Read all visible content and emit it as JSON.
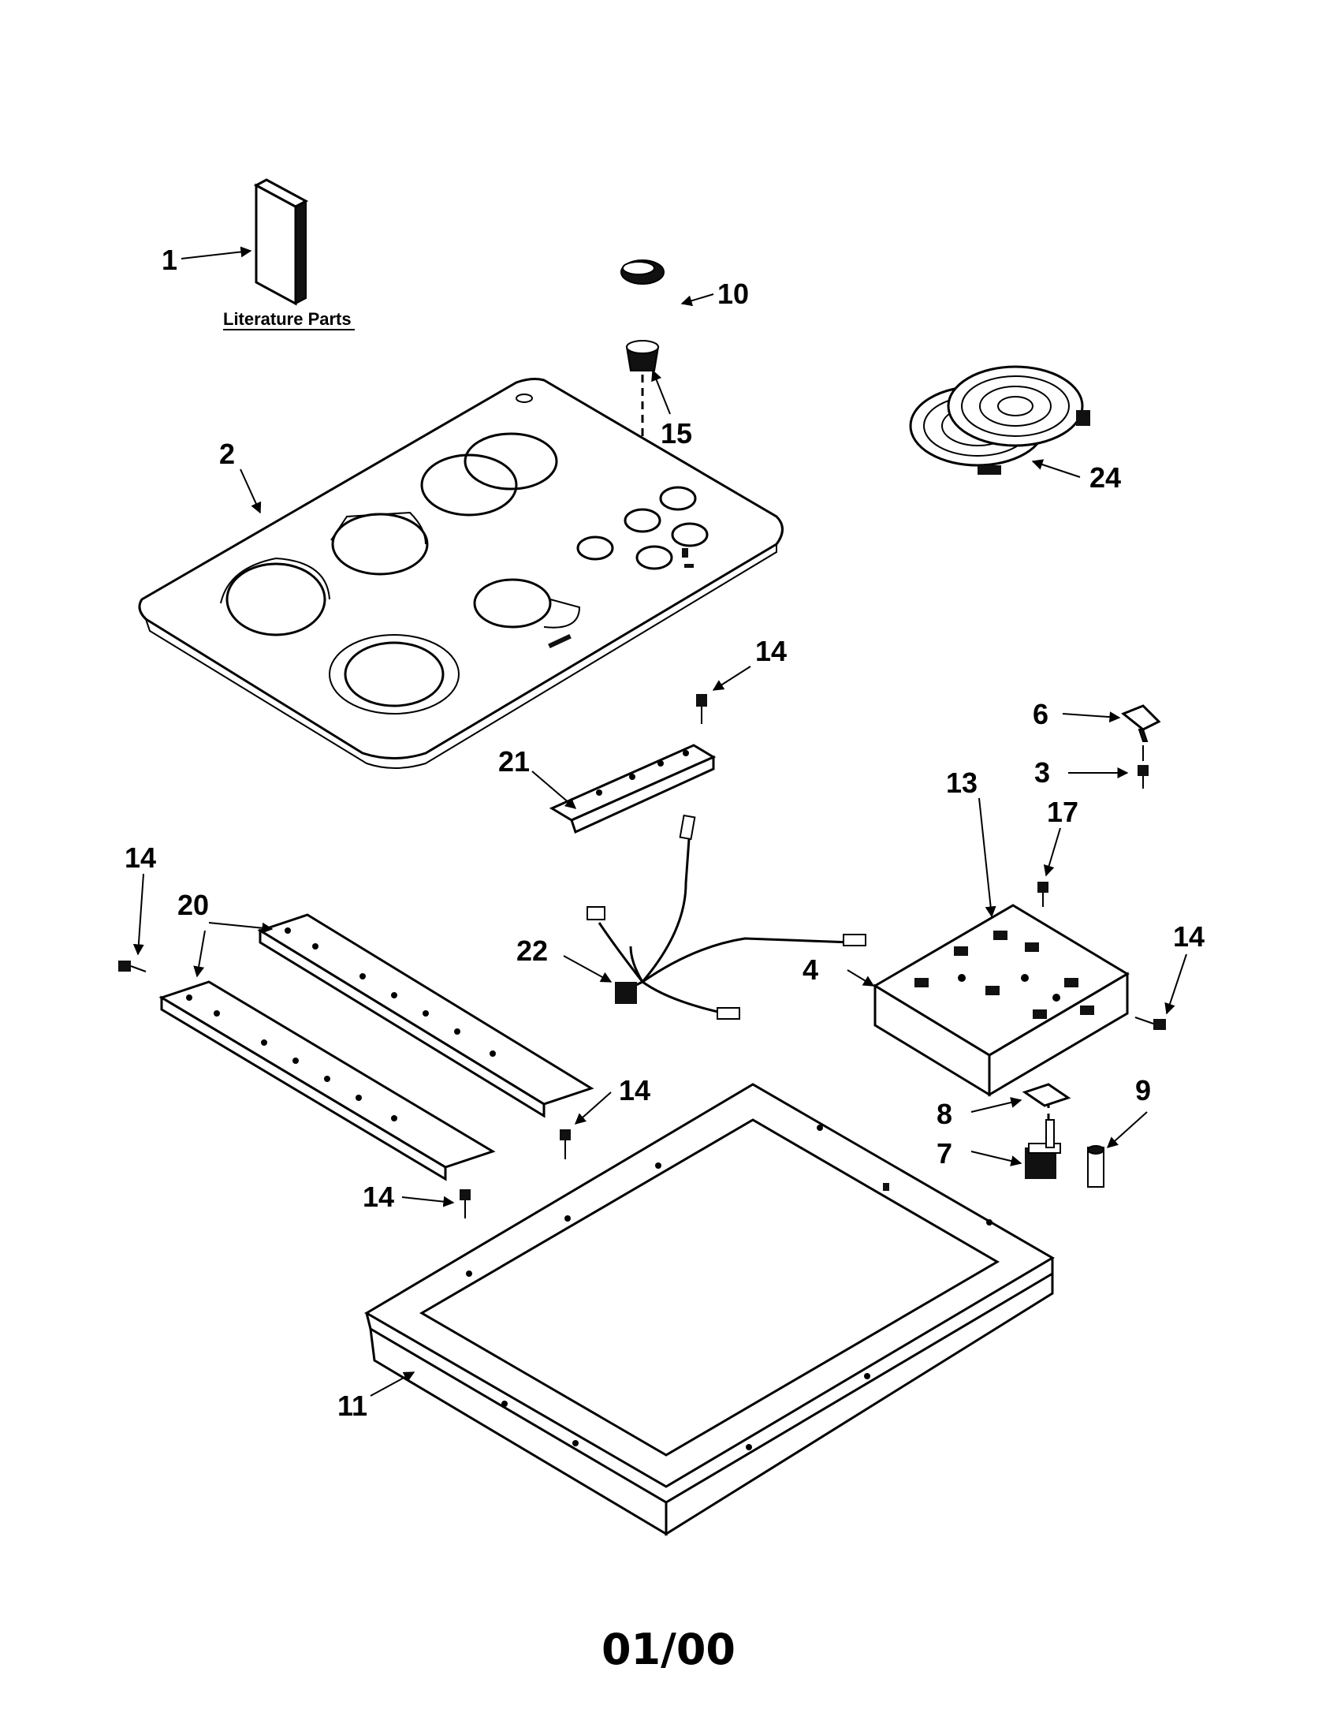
{
  "literature": {
    "label": "Literature Parts"
  },
  "callouts": [
    {
      "id": "c1",
      "text": "1"
    },
    {
      "id": "c10",
      "text": "10"
    },
    {
      "id": "c15",
      "text": "15"
    },
    {
      "id": "c2",
      "text": "2"
    },
    {
      "id": "c24",
      "text": "24"
    },
    {
      "id": "c14a",
      "text": "14"
    },
    {
      "id": "c6",
      "text": "6"
    },
    {
      "id": "c3",
      "text": "3"
    },
    {
      "id": "c21",
      "text": "21"
    },
    {
      "id": "c13",
      "text": "13"
    },
    {
      "id": "c17",
      "text": "17"
    },
    {
      "id": "c14b",
      "text": "14"
    },
    {
      "id": "c20",
      "text": "20"
    },
    {
      "id": "c14c",
      "text": "14"
    },
    {
      "id": "c22",
      "text": "22"
    },
    {
      "id": "c4",
      "text": "4"
    },
    {
      "id": "c14d",
      "text": "14"
    },
    {
      "id": "c9",
      "text": "9"
    },
    {
      "id": "c8",
      "text": "8"
    },
    {
      "id": "c7",
      "text": "7"
    },
    {
      "id": "c14e",
      "text": "14"
    },
    {
      "id": "c11",
      "text": "11"
    }
  ],
  "footer": {
    "date_code": "01/00"
  }
}
